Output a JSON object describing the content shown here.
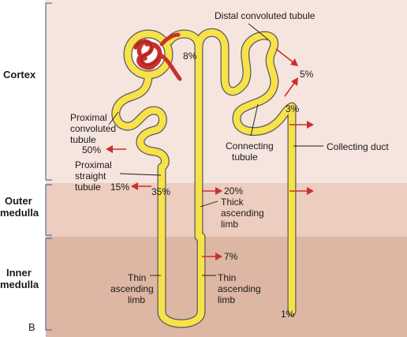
{
  "zones": {
    "cortex": "Cortex",
    "outer_medulla_1": "Outer",
    "outer_medulla_2": "medulla",
    "inner_medulla_1": "Inner",
    "inner_medulla_2": "medulla"
  },
  "panel_letter": "B",
  "colors": {
    "cortex_bg": "#f6e4de",
    "outer_bg": "#eccdbf",
    "inner_bg": "#ddb6a4",
    "tubule": "#f7e24a",
    "glomerulus": "#c8302c",
    "arrow": "#c8312f"
  },
  "labels": {
    "distal": "Distal convoluted tubule",
    "proximal_conv_1": "Proximal",
    "proximal_conv_2": "convoluted",
    "proximal_conv_3": "tubule",
    "proximal_straight_1": "Proximal",
    "proximal_straight_2": "straight",
    "proximal_straight_3": "tubule",
    "connecting_1": "Connecting",
    "connecting_2": "tubule",
    "collecting": "Collecting duct",
    "thick_1": "Thick",
    "thick_2": "ascending",
    "thick_3": "limb",
    "thin_left_1": "Thin",
    "thin_left_2": "ascending",
    "thin_left_3": "limb",
    "thin_right_1": "Thin",
    "thin_right_2": "ascending",
    "thin_right_3": "limb"
  },
  "percentages": {
    "glomerular": "8%",
    "distal_out": "5%",
    "connecting": "3%",
    "proximal_conv": "50%",
    "proximal_straight_left": "15%",
    "proximal_straight_right": "35%",
    "thick": "20%",
    "thin": "7%",
    "collecting_end": "1%"
  }
}
